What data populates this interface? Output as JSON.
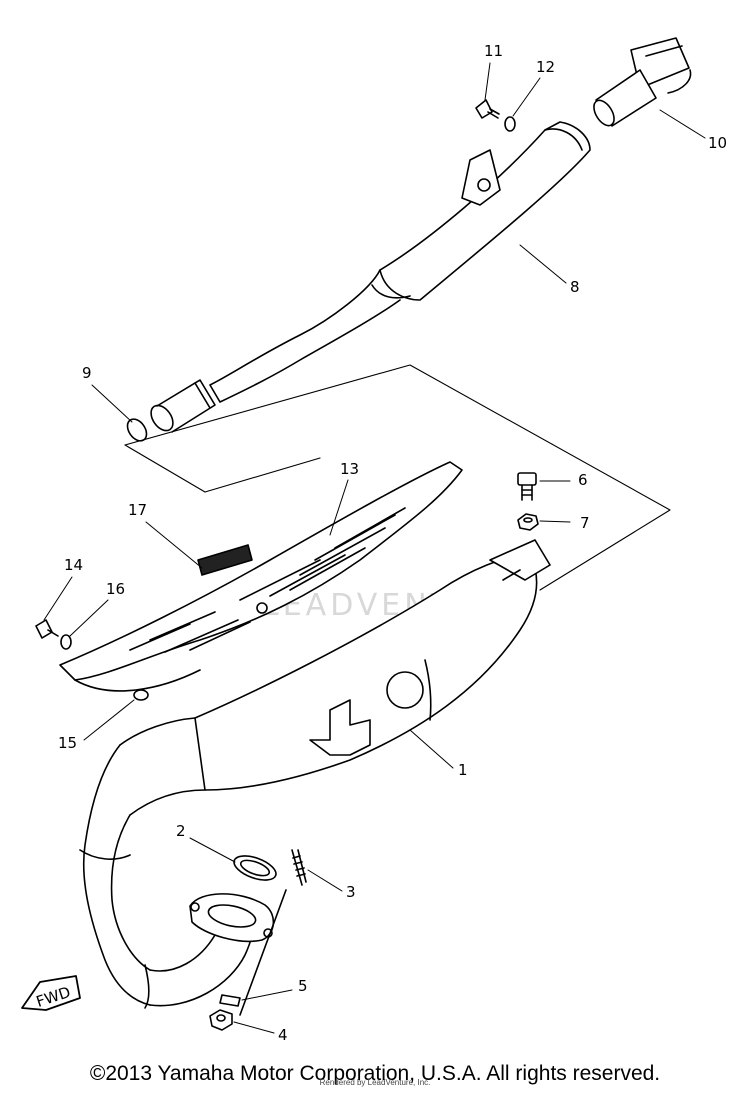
{
  "parts": [
    {
      "id": "p1",
      "number": "1"
    },
    {
      "id": "p2",
      "number": "2"
    },
    {
      "id": "p3",
      "number": "3"
    },
    {
      "id": "p4",
      "number": "4"
    },
    {
      "id": "p5",
      "number": "5"
    },
    {
      "id": "p6",
      "number": "6"
    },
    {
      "id": "p7",
      "number": "7"
    },
    {
      "id": "p8",
      "number": "8"
    },
    {
      "id": "p9",
      "number": "9"
    },
    {
      "id": "p10",
      "number": "10"
    },
    {
      "id": "p11",
      "number": "11"
    },
    {
      "id": "p12",
      "number": "12"
    },
    {
      "id": "p13",
      "number": "13"
    },
    {
      "id": "p14",
      "number": "14"
    },
    {
      "id": "p15",
      "number": "15"
    },
    {
      "id": "p16",
      "number": "16"
    },
    {
      "id": "p17",
      "number": "17"
    }
  ],
  "fwd_label": "FWD",
  "watermark": "LEADVENTURE",
  "footer": {
    "copyright": "©2013 Yamaha Motor Corporation, U.S.A. All rights reserved.",
    "rendered_by": "Rendered by LeadVenture, Inc."
  }
}
